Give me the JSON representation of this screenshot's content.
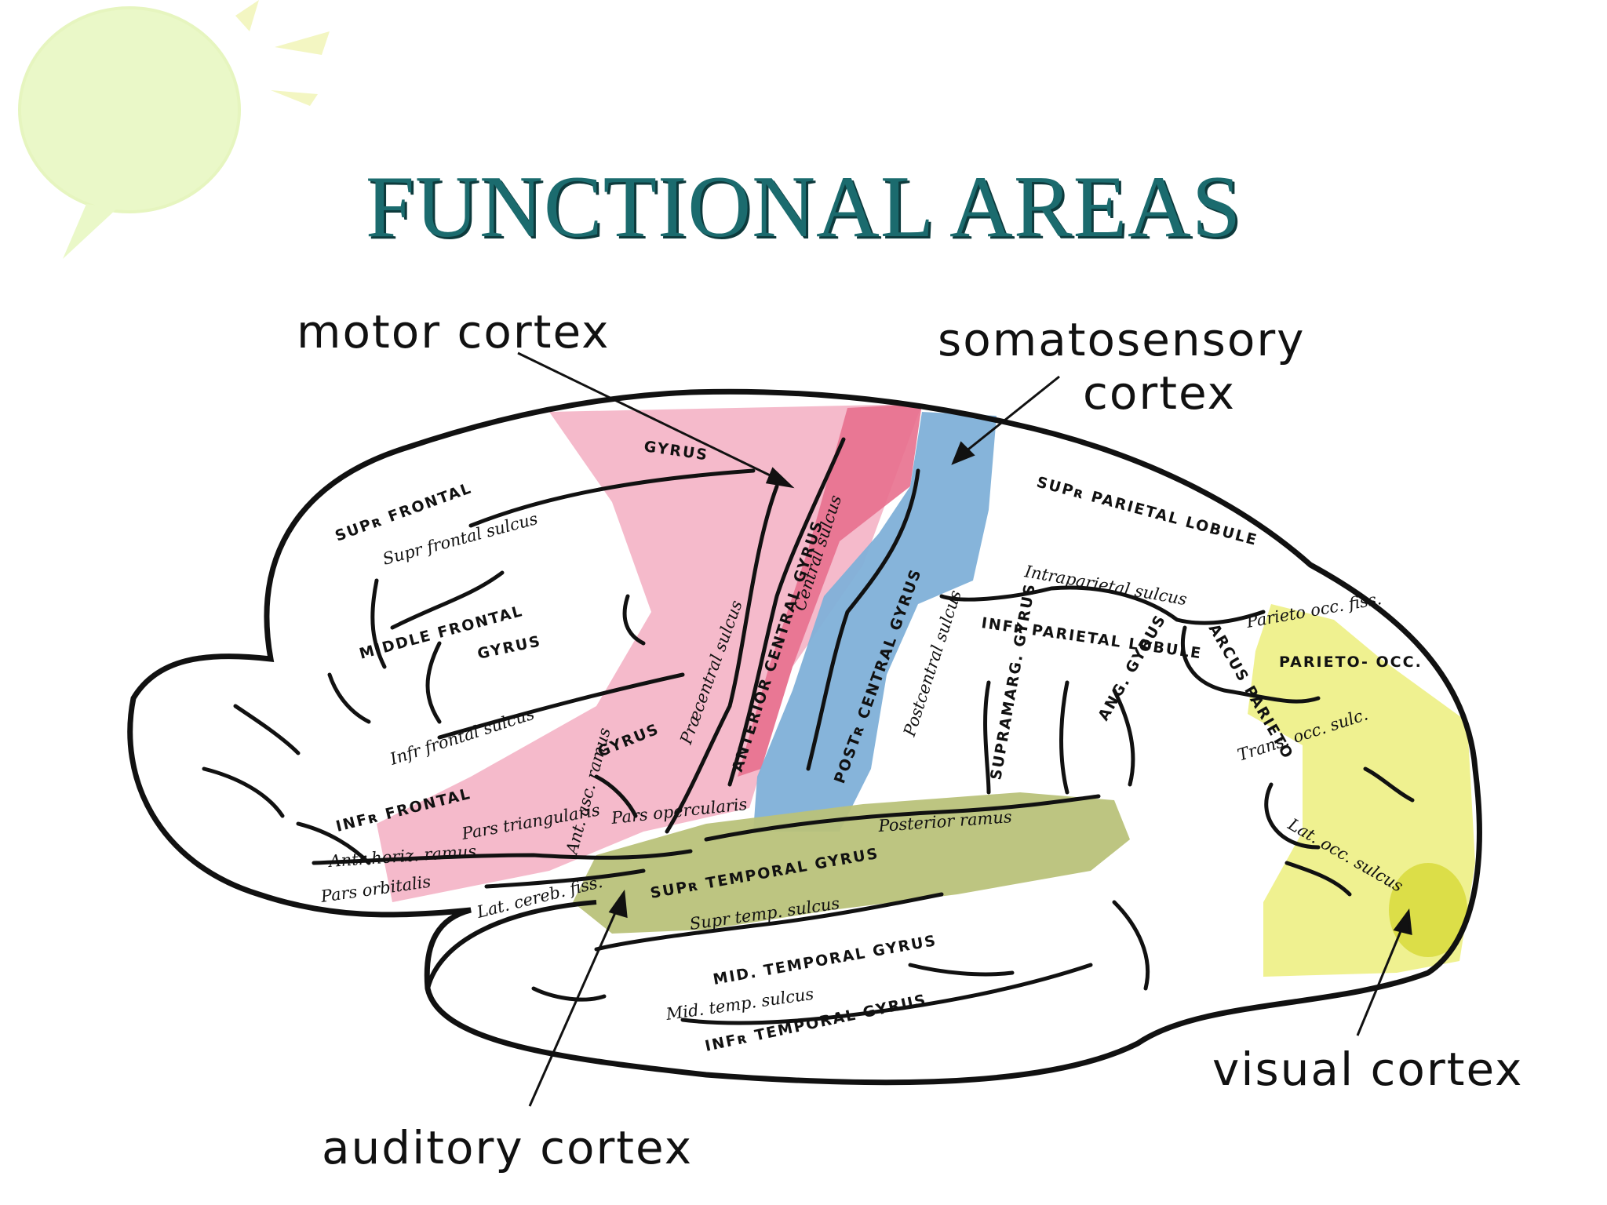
{
  "slide": {
    "title": "FUNCTIONAL AREAS"
  },
  "callouts": {
    "motor": "motor cortex",
    "somato_line1": "somatosensory",
    "somato_line2": "cortex",
    "visual": "visual cortex",
    "auditory": "auditory cortex"
  },
  "diagram_labels": {
    "supf_frontal": "SUPʀ FRONTAL",
    "gyrus_top": "GYRUS",
    "sup_frontal_sulcus": "Supr frontal sulcus",
    "middle_frontal": "MIDDLE FRONTAL",
    "gyrus_middle": "GYRUS",
    "inf_frontal_sulcus": "Infr frontal sulcus",
    "inf_frontal": "INFʀ FRONTAL",
    "gyrus_inf": "GYRUS",
    "pars_triangularis": "Pars triangularis",
    "pars_opercularis": "Pars opercularis",
    "pars_orbitalis": "Pars orbitalis",
    "ant_horiz_ramus": "Antr horiz. ramus",
    "ant_asc_ramus": "Ant. asc. ramus",
    "precentral_sulcus": "Præcentral sulcus",
    "anterior_central_gyrus": "ANTERIOR CENTRAL GYRUS",
    "central_sulcus": "Central sulcus",
    "post_central_gyrus": "POSTʀ CENTRAL GYRUS",
    "postcentral_sulcus": "Postcentral sulcus",
    "sup_parietal_lobule": "SUPʀ PARIETAL LOBULE",
    "intraparietal_sulcus": "Intraparietal sulcus",
    "inf_parietal_lobule": "INFʀ PARIETAL LOBULE",
    "supramarg_gyrus": "SUPRAMARG. GYRUS",
    "ang_gyrus": "ANG. GYRUS",
    "arcus_parieto": "ARCUS PARIETO",
    "parieto_occ_fiss": "Parieto occ. fiss.",
    "parieto_occ": "PARIETO- OCC.",
    "trans_occ_sulcus": "Trans. occ. sulc.",
    "lat_occ_sulcus": "Lat. occ. sulcus",
    "posterior_ramus": "Posterior ramus",
    "lat_cereb_fiss": "Lat. cereb. fiss.",
    "sup_temporal_gyrus": "SUPʀ TEMPORAL GYRUS",
    "sup_temp_sulcus": "Supr temp. sulcus",
    "mid_temporal_gyrus": "MID. TEMPORAL GYRUS",
    "mid_temp_sulcus": "Mid. temp. sulcus",
    "inf_temporal_gyrus": "INFʀ TEMPORAL GYRUS"
  },
  "colors": {
    "title": "#1b6b6e",
    "motor_pink": "#f4b6c8",
    "motor_red": "#e8708e",
    "somato_blue": "#7fb0d8",
    "auditory_olive": "#b9c27a",
    "visual_yellow": "#eef08a",
    "outline": "#111111",
    "sun": "#e8f7c0"
  }
}
